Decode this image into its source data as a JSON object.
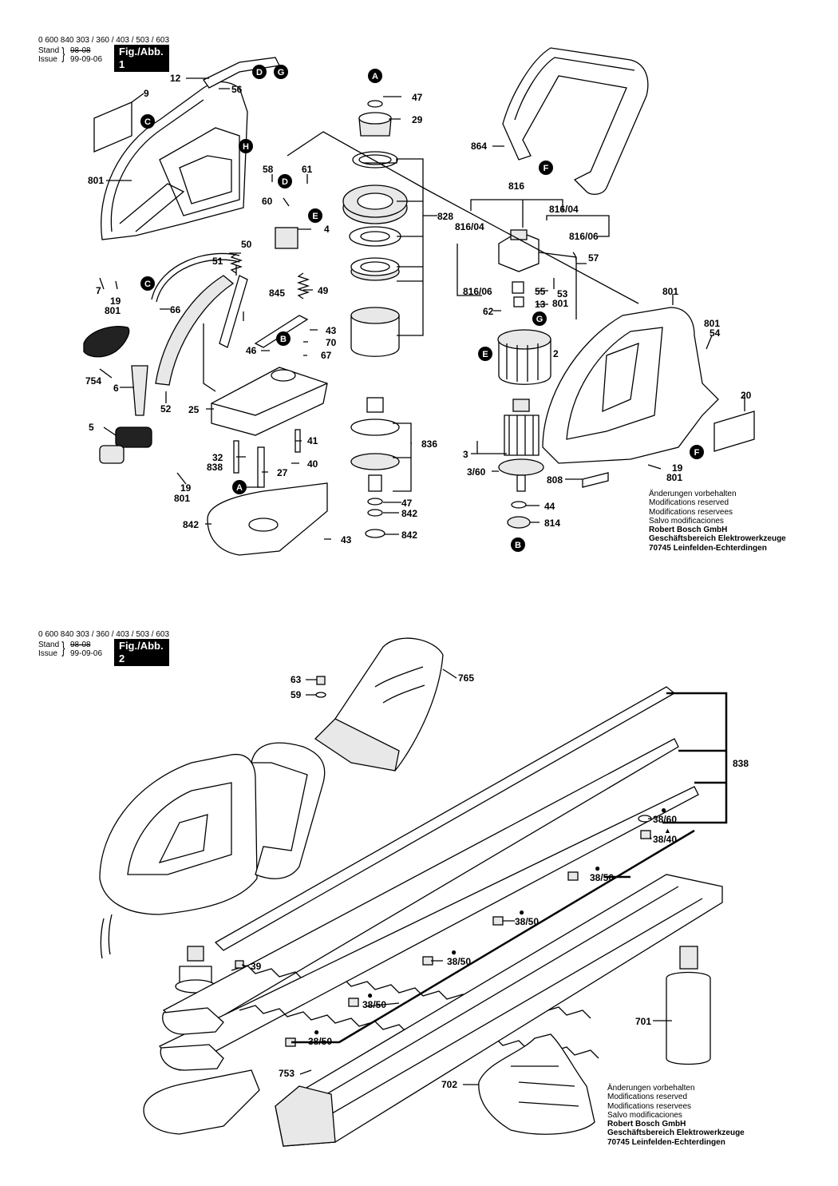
{
  "fig1": {
    "header": {
      "part_numbers": "0 600 840 303 / 360 / 403 / 503 / 603",
      "stand_label": "Stand",
      "stand_date": "98-08",
      "issue_label": "Issue",
      "issue_date": "99-09-06",
      "figure_label": "Fig./Abb. 1"
    },
    "callouts": [
      "A",
      "B",
      "C",
      "D",
      "E",
      "F",
      "G",
      "H"
    ],
    "part_labels": [
      "12",
      "56",
      "9",
      "801",
      "58",
      "61",
      "60",
      "4",
      "50",
      "51",
      "845",
      "49",
      "43",
      "70",
      "46",
      "67",
      "7",
      "19",
      "801",
      "66",
      "754",
      "6",
      "5",
      "52",
      "25",
      "41",
      "40",
      "32",
      "838",
      "27",
      "19",
      "801",
      "842",
      "43",
      "47",
      "29",
      "828",
      "836",
      "47",
      "842",
      "842",
      "864",
      "816",
      "816/04",
      "816/04",
      "816/06",
      "57",
      "816/06",
      "55",
      "13",
      "53",
      "801",
      "62",
      "2",
      "801",
      "801",
      "54",
      "3",
      "3/60",
      "808",
      "44",
      "814",
      "19",
      "801",
      "20"
    ]
  },
  "fig2": {
    "header": {
      "part_numbers": "0 600 840 303 / 360 / 403 / 503 / 603",
      "stand_label": "Stand",
      "stand_date": "98-08",
      "issue_label": "Issue",
      "issue_date": "99-09-06",
      "figure_label": "Fig./Abb. 2"
    },
    "part_labels": [
      "63",
      "59",
      "765",
      "838",
      "38/60",
      "38/40",
      "38/50",
      "38/50",
      "38/50",
      "38/50",
      "38/50",
      "39",
      "701",
      "753",
      "702"
    ]
  },
  "notes": {
    "line1": "Änderungen vorbehalten",
    "line2": "Modifications reserved",
    "line3": "Modifications reservees",
    "line4": "Salvo modificaciones",
    "company": "Robert Bosch GmbH",
    "division": "Geschäftsbereich Elektrowerkzeuge",
    "address": "70745 Leinfelden-Echterdingen"
  }
}
